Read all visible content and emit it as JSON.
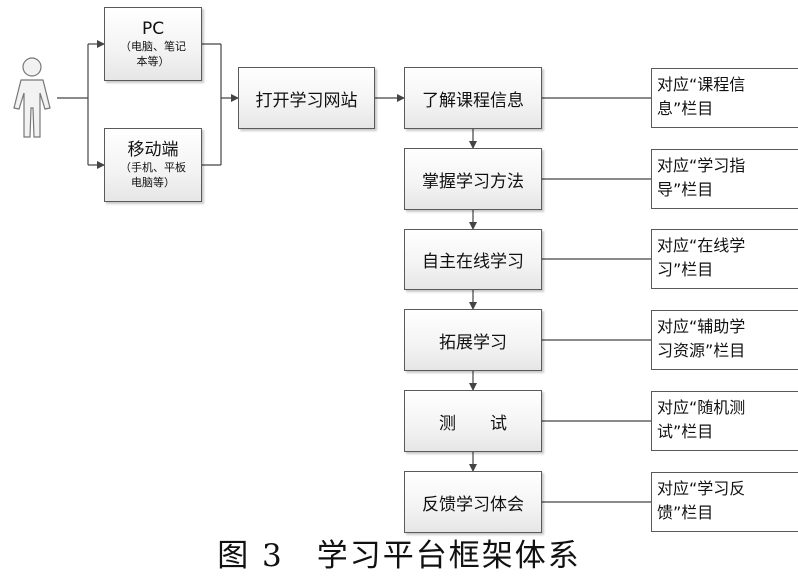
{
  "devices": {
    "pc": {
      "title": "PC",
      "sub_lines": [
        "（电脑、笔记",
        "本等）"
      ]
    },
    "mobile": {
      "title": "移动端",
      "sub_lines": [
        "（手机、平板",
        "电脑等）"
      ]
    }
  },
  "open_site": "打开学习网站",
  "steps": [
    {
      "label": "了解课程信息",
      "note_lines": [
        "对应“课程信",
        "息”栏目"
      ]
    },
    {
      "label": "掌握学习方法",
      "note_lines": [
        "对应“学习指",
        "导”栏目"
      ]
    },
    {
      "label": "自主在线学习",
      "note_lines": [
        "对应“在线学",
        "习”栏目"
      ]
    },
    {
      "label": "拓展学习",
      "note_lines": [
        "对应“辅助学",
        "习资源”栏目"
      ]
    },
    {
      "label": "测　　试",
      "note_lines": [
        "对应“随机测",
        "试”栏目"
      ]
    },
    {
      "label": "反馈学习体会",
      "note_lines": [
        "对应“学习反",
        "馈”栏目"
      ]
    }
  ],
  "caption": "图 3　学习平台框架体系"
}
